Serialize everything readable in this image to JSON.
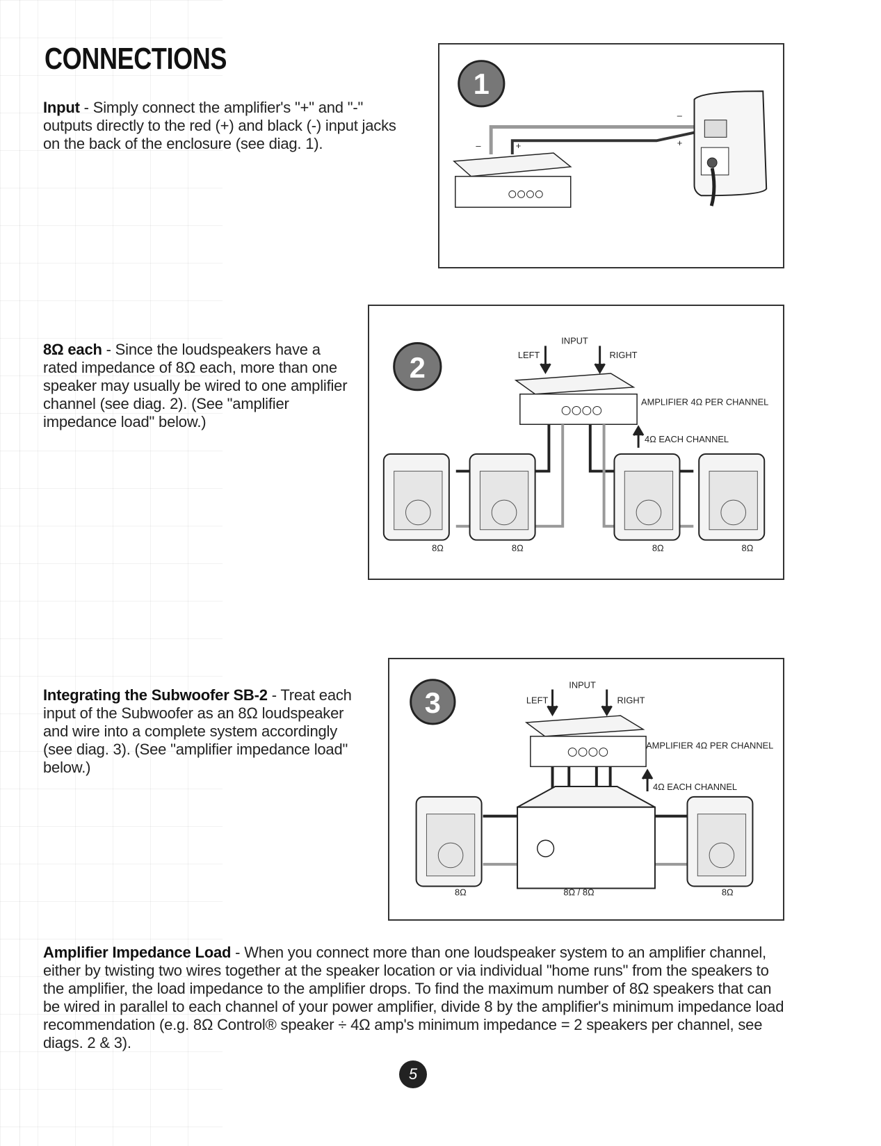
{
  "title": "CONNECTIONS",
  "sections": {
    "input": {
      "heading": "Input",
      "text": " - Simply connect the amplifier's \"+\" and \"-\" outputs directly to the red (+) and black (-) input jacks on the back of the enclosure (see diag. 1)."
    },
    "eight_ohm": {
      "heading": "8Ω each",
      "text": " - Since the loudspeakers have a rated impedance of 8Ω each, more than one speaker may usually be wired to one amplifier channel (see diag. 2). (See \"amplifier impedance load\" below.)"
    },
    "subwoofer": {
      "heading": "Integrating the Subwoofer SB-2",
      "text": " - Treat each input of the Subwoofer as an 8Ω loudspeaker and wire into a complete system accordingly (see diag. 3). (See \"amplifier impedance load\" below.)"
    },
    "impedance": {
      "heading": "Amplifier Impedance Load",
      "text": " - When you connect more than one loudspeaker system to an amplifier channel, either by twisting two wires together at the speaker location or via individual \"home runs\" from the speakers to the amplifier, the load impedance to the amplifier drops.  To find the maximum number of 8Ω speakers that can be wired in parallel to each channel of your power amplifier, divide 8 by the amplifier's minimum impedance load recommendation (e.g. 8Ω  Control® speaker ÷ 4Ω amp's minimum impedance = 2 speakers per channel, see diags. 2 & 3)."
    }
  },
  "diagrams": {
    "d1": {
      "number": "1",
      "minus": "–",
      "plus": "+"
    },
    "d2": {
      "number": "2",
      "input": "INPUT",
      "left": "LEFT",
      "right": "RIGHT",
      "amplifier": "AMPLIFIER 4Ω PER CHANNEL",
      "each_channel": "4Ω EACH CHANNEL",
      "speaker_ohm": "8Ω"
    },
    "d3": {
      "number": "3",
      "input": "INPUT",
      "left": "LEFT",
      "right": "RIGHT",
      "amplifier": "AMPLIFIER 4Ω PER CHANNEL",
      "each_channel": "4Ω EACH CHANNEL",
      "speaker_ohm": "8Ω",
      "sub_ohm": "8Ω / 8Ω"
    }
  },
  "page_number": "5"
}
